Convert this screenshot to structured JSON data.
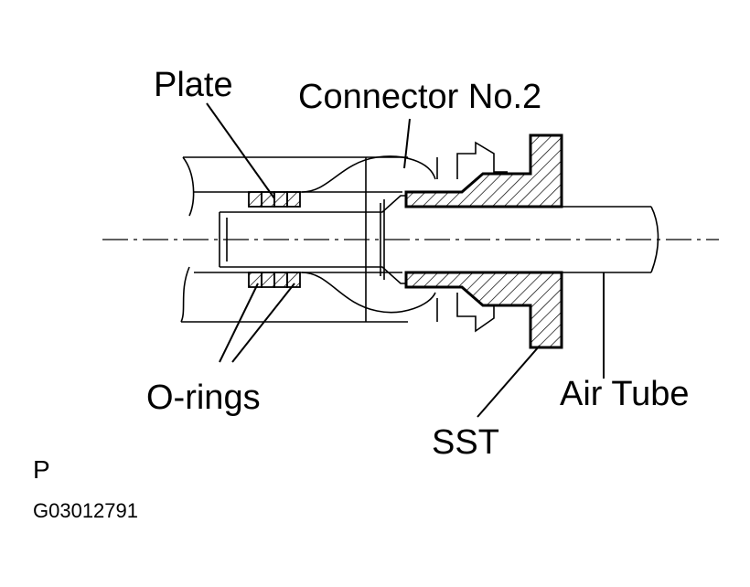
{
  "labels": {
    "plate": "Plate",
    "connector": "Connector No.2",
    "orings": "O-rings",
    "sst": "SST",
    "air_tube": "Air Tube",
    "view_letter": "P",
    "figure_code": "G03012791"
  },
  "colors": {
    "line": "#000000",
    "background": "#ffffff"
  }
}
